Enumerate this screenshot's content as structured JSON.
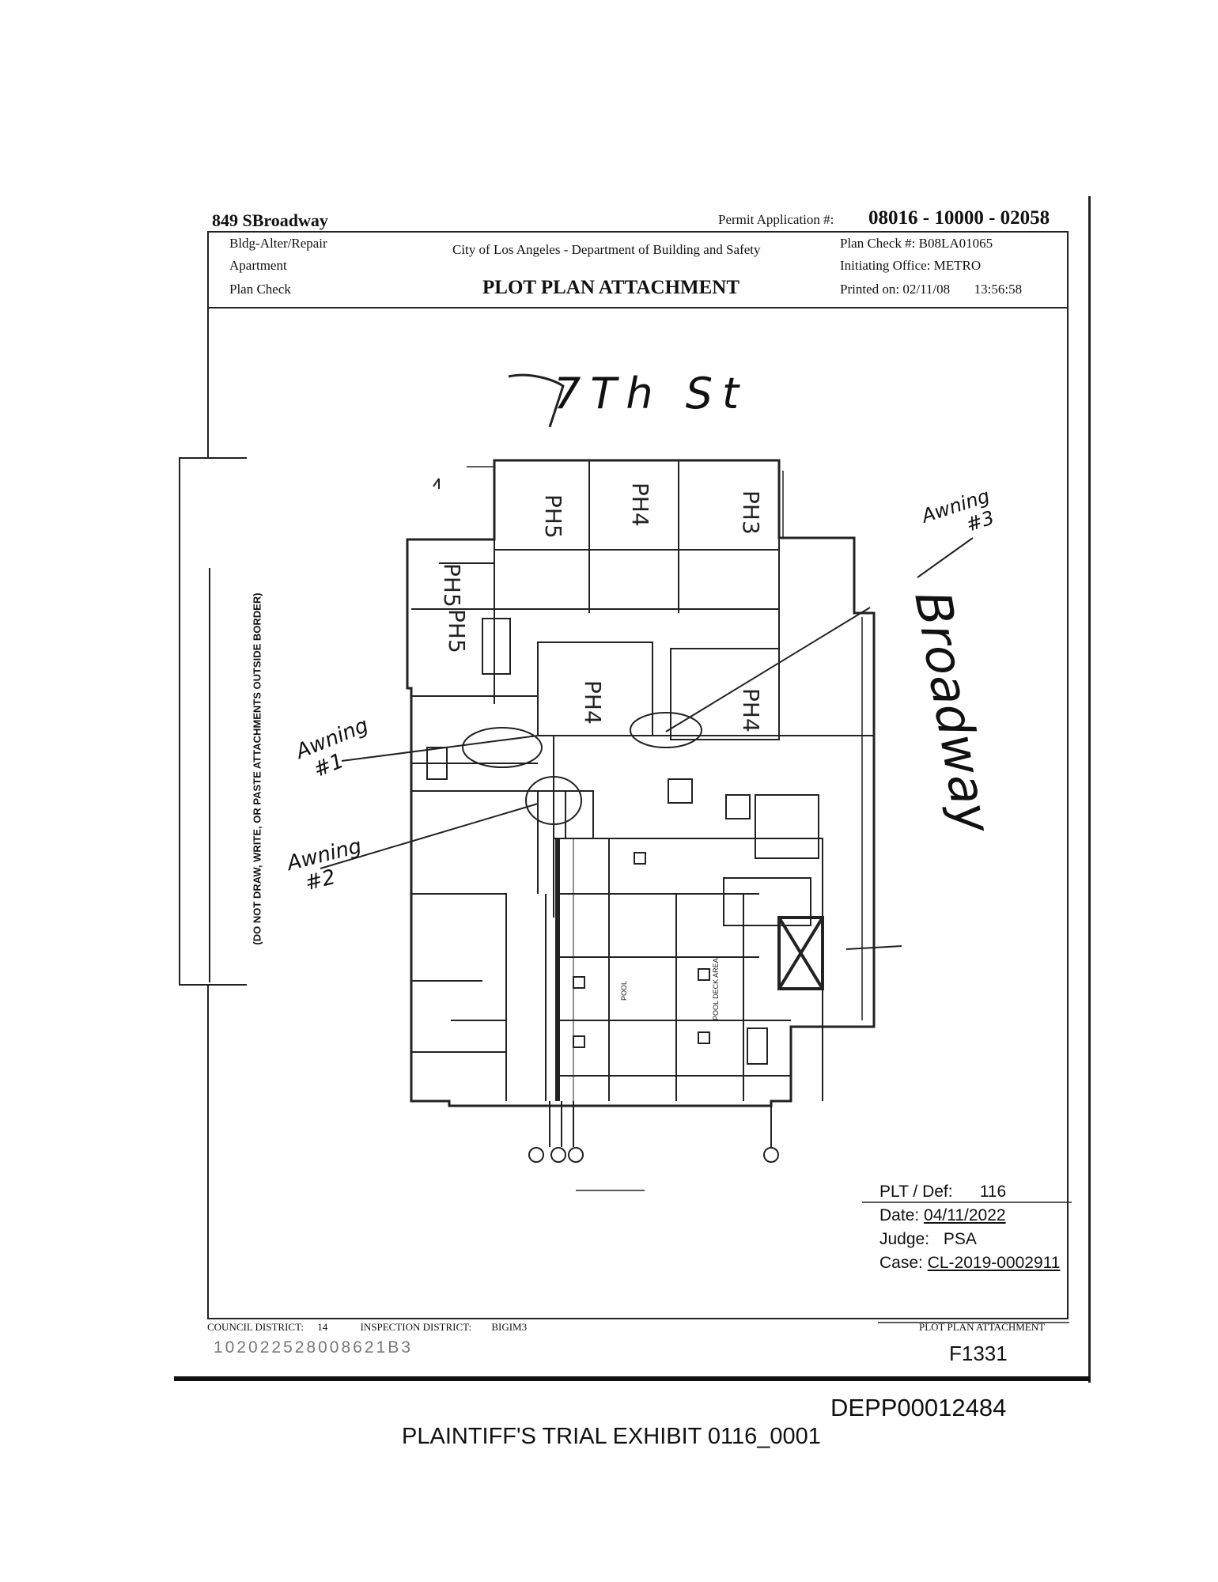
{
  "header": {
    "address": "849 SBroadway",
    "permit_label": "Permit Application #:",
    "permit_number": "08016 - 10000 - 02058",
    "left_lines": [
      "Bldg-Alter/Repair",
      "Apartment",
      "Plan Check"
    ],
    "department": "City of Los Angeles - Department of Building and Safety",
    "title": "PLOT PLAN ATTACHMENT",
    "plan_check_label": "Plan Check #:",
    "plan_check_value": "B08LA01065",
    "office_label": "Initiating Office:",
    "office_value": "METRO",
    "printed_label": "Printed on:",
    "printed_date": "02/11/08",
    "printed_time": "13:56:58"
  },
  "side_note": "(DO NOT DRAW, WRITE, OR PASTE ATTACHMENTS OUTSIDE BORDER)",
  "plan": {
    "street_top": "7Th St",
    "street_right": "Broadway",
    "awning1": [
      "Awning",
      "#1"
    ],
    "awning2": [
      "Awning",
      "#2"
    ],
    "awning3": [
      "Awning",
      "#3"
    ],
    "unit_labels": [
      "PH5",
      "PH4",
      "PH3",
      "PH5",
      "PH5",
      "PH4",
      "PH4"
    ],
    "pool_label": "POOL",
    "pool_deck_label": "POOL DECK AREA"
  },
  "stamp": {
    "plt_def_label": "PLT / Def:",
    "plt_def_value": "116",
    "date_label": "Date:",
    "date_value": "04/11/2022",
    "judge_label": "Judge:",
    "judge_value": "PSA",
    "case_label": "Case:",
    "case_value": "CL-2019-0002911"
  },
  "footer": {
    "council_label": "COUNCIL DISTRICT:",
    "council_value": "14",
    "inspection_label": "INSPECTION DISTRICT:",
    "inspection_value": "BIGIM3",
    "barcode_text": "102022528008621B3",
    "plot_plan_label": "PLOT PLAN ATTACHMENT",
    "form_code": "F1331"
  },
  "bates": "DEPP00012484",
  "exhibit": "PLAINTIFF'S TRIAL EXHIBIT 0116_0001"
}
